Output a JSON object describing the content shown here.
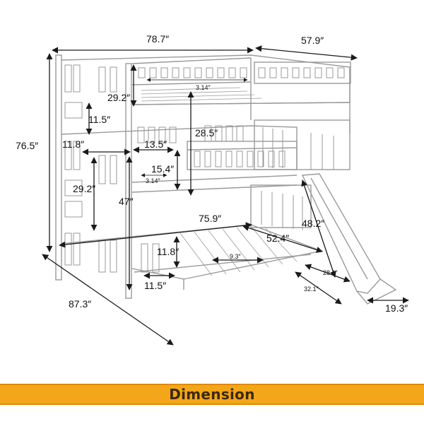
{
  "title": "Dimension",
  "colors": {
    "banner": "#f4a61a",
    "banner_text": "#3a2a12",
    "line": "#1a1a1a",
    "product": "#9a9a9a"
  },
  "dimensions": [
    {
      "id": "top-width",
      "text": "78.7″"
    },
    {
      "id": "top-depth",
      "text": "57.9″"
    },
    {
      "id": "overall-height",
      "text": "76.5″"
    },
    {
      "id": "guard-top",
      "text": "29.2″"
    },
    {
      "id": "top-slat-gap",
      "text": "3.14″"
    },
    {
      "id": "ladder-step",
      "text": "11.5″"
    },
    {
      "id": "upper-clearance",
      "text": "28.5″"
    },
    {
      "id": "ladder-depth",
      "text": "11.8″"
    },
    {
      "id": "mid-ladder-width",
      "text": "13.5″"
    },
    {
      "id": "mid-guard",
      "text": "15.4″"
    },
    {
      "id": "mid-slat-gap",
      "text": "3.14″"
    },
    {
      "id": "mid-rail-height",
      "text": "29.2″"
    },
    {
      "id": "mid-floor-height",
      "text": "47″"
    },
    {
      "id": "bottom-length",
      "text": "75.9″"
    },
    {
      "id": "bottom-width",
      "text": "52.4″"
    },
    {
      "id": "slide-length",
      "text": "48.2″"
    },
    {
      "id": "bottom-height",
      "text": "11.8″"
    },
    {
      "id": "bottom-slat-gap",
      "text": "9.3″"
    },
    {
      "id": "bottom-step",
      "text": "11.5″"
    },
    {
      "id": "slide-base",
      "text": "28.1″"
    },
    {
      "id": "slide-extend",
      "text": "32.1″"
    },
    {
      "id": "overall-length",
      "text": "87.3″"
    },
    {
      "id": "slide-width",
      "text": "19.3″"
    }
  ]
}
